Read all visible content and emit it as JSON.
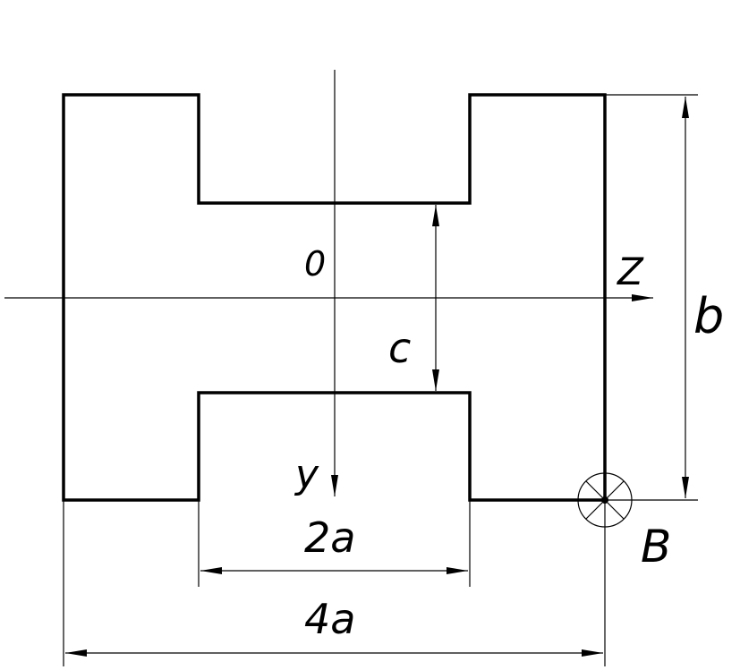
{
  "labels": {
    "origin": "0",
    "z_axis": "Z",
    "y_axis": "y",
    "web_height": "c",
    "total_height": "b",
    "inner_width": "2a",
    "total_width": "4a",
    "point": "B"
  },
  "colors": {
    "stroke": "#000000",
    "background": "#ffffff"
  }
}
